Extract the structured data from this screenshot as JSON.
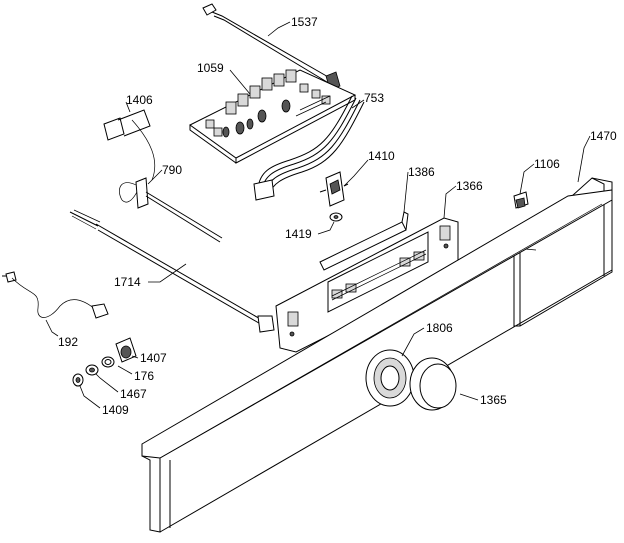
{
  "parts": {
    "p1537": "1537",
    "p1059": "1059",
    "p1406": "1406",
    "p753": "753",
    "p1470": "1470",
    "p790": "790",
    "p1410": "1410",
    "p1106": "1106",
    "p1386": "1386",
    "p1366": "1366",
    "p1419": "1419",
    "p1714": "1714",
    "p1806": "1806",
    "p192": "192",
    "p1407": "1407",
    "p176": "176",
    "p1467": "1467",
    "p1365": "1365",
    "p1409": "1409"
  }
}
